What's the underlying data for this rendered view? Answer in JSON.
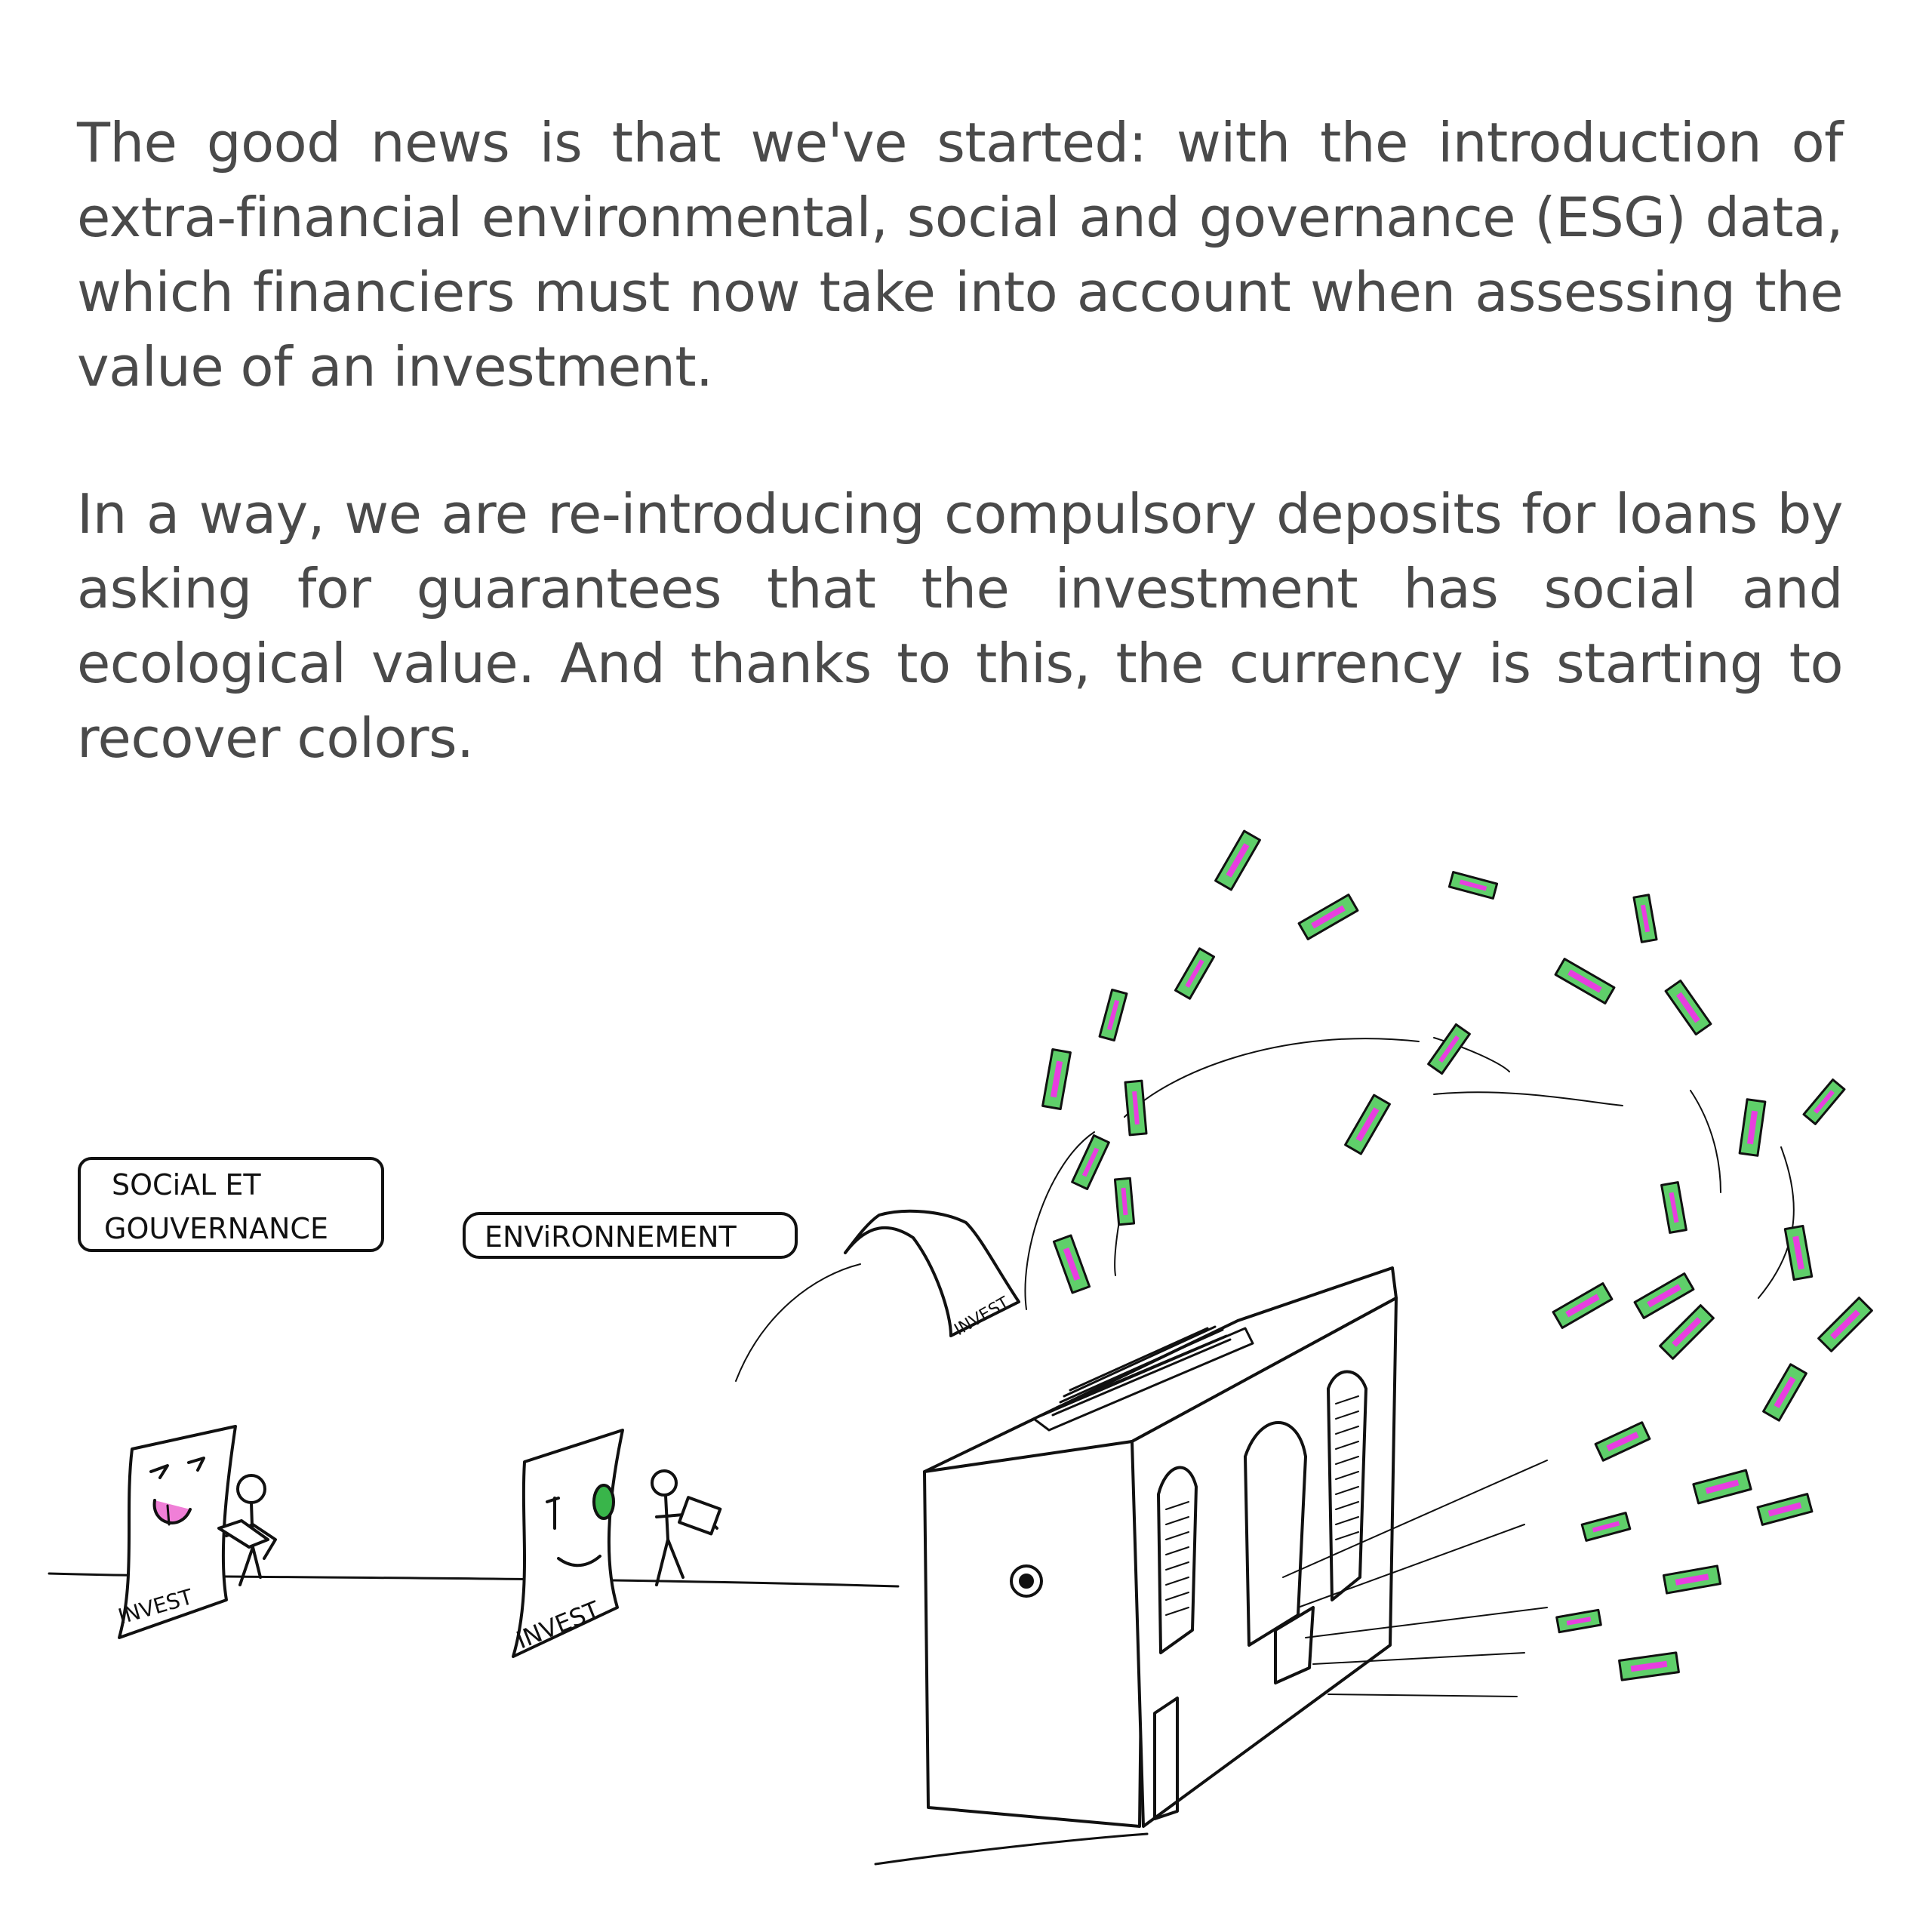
{
  "paragraphs": [
    "The good news is that we've started: with the introduction of extra-financial environmental, social and governance (ESG) data, which financiers must now take into account when assessing the value of an investment.",
    "In a way, we are re-introducing compulsory deposits for loans by asking for guarantees that the investment has social and ecological value. And thanks to this, the currency is starting to recover colors."
  ],
  "illustration": {
    "sign_social_line1": "SOCiAL   ET",
    "sign_social_line2": "GOUVERNANCE",
    "sign_environment": "ENViRONNEMENT",
    "invest_label": "INVEST",
    "colors": {
      "ink": "#111111",
      "bill_green": "#5fcf6a",
      "bill_pink": "#e83ee0",
      "tongue_pink": "#f07fd7",
      "eye_green": "#39b54a"
    }
  }
}
